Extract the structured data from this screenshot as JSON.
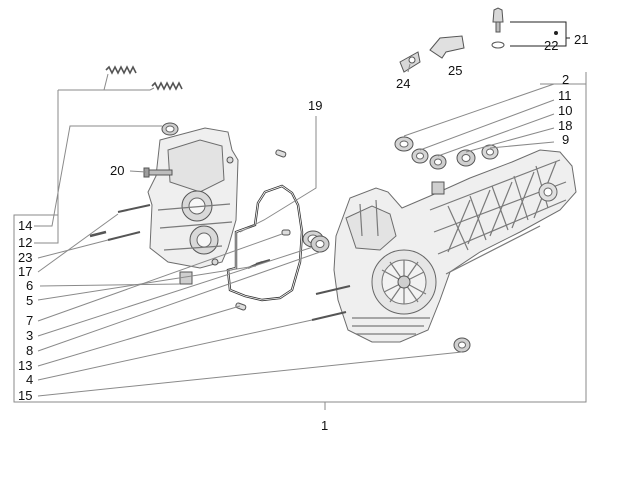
{
  "diagram": {
    "labels": {
      "l1": "1",
      "l2": "2",
      "l3": "3",
      "l4": "4",
      "l5": "5",
      "l6": "6",
      "l7": "7",
      "l8": "8",
      "l9": "9",
      "l10": "10",
      "l11": "11",
      "l12": "12",
      "l13": "13",
      "l14": "14",
      "l15": "15",
      "l17": "17",
      "l18": "18",
      "l19": "19",
      "l20": "20",
      "l21": "21",
      "l22": "22",
      "l23": "23",
      "l24": "24",
      "l25": "25"
    }
  }
}
